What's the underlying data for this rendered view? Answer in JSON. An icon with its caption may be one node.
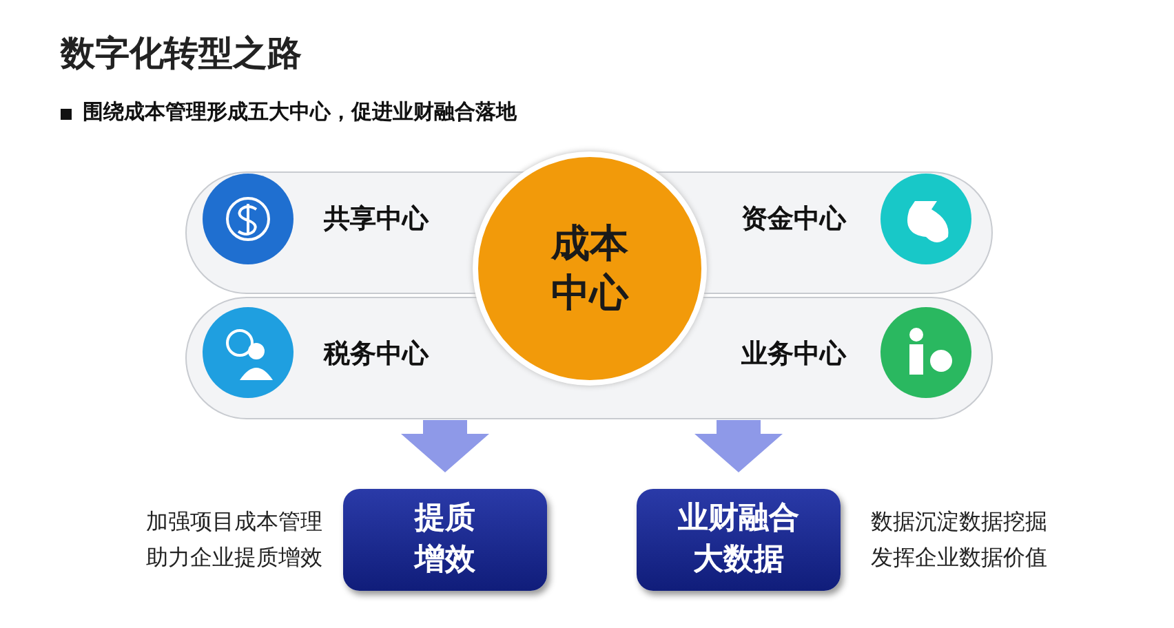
{
  "diagram": {
    "title": "数字化转型之路",
    "nodes": [
      {
        "text": [
          "成本中心"
        ]
      },
      {
        "text": [
          "共享中心"
        ]
      },
      {
        "text": [
          "资金中心"
        ]
      },
      {
        "text": [
          "税务中心"
        ]
      },
      {
        "text": [
          "业务中心"
        ]
      },
      {
        "text": [
          "提质增效"
        ],
        "beside": [
          "加强项目成本管理助力企业提质增效"
        ]
      },
      {
        "text": [
          "业财融合大数据"
        ],
        "beside": [
          "数据沉淀数据挖掘发挥企业数据价值"
        ]
      }
    ],
    "edges": [
      {
        "from": null,
        "to": 5,
        "arrow": "to"
      },
      {
        "from": null,
        "to": 6,
        "arrow": "to"
      }
    ],
    "labels": [
      "围绕成本管理形成五大中心，促进业财融合落地"
    ]
  }
}
